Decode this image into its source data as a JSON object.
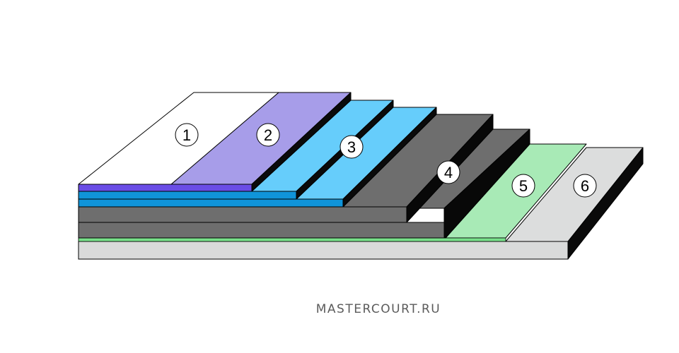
{
  "layers": [
    {
      "id": 1,
      "label": "1",
      "color": "#ffffff"
    },
    {
      "id": 2,
      "label": "2",
      "color": "#a79de9"
    },
    {
      "id": 3,
      "label": "3",
      "color": "#66cdfb"
    },
    {
      "id": 4,
      "label": "4",
      "color": "#6e6e6e"
    },
    {
      "id": 5,
      "label": "5",
      "color": "#a8eab6"
    },
    {
      "id": 6,
      "label": "6",
      "color": "#dcdddd"
    }
  ],
  "colors": {
    "outline": "#000000",
    "layer2_side": "#6a4de6",
    "layer3_side": "#1094d9",
    "layer4_side": "#5f5f5f",
    "layer5_side": "#78e08a",
    "layer6_side": "#d9dada"
  },
  "watermark": "MASTERCOURT.RU"
}
